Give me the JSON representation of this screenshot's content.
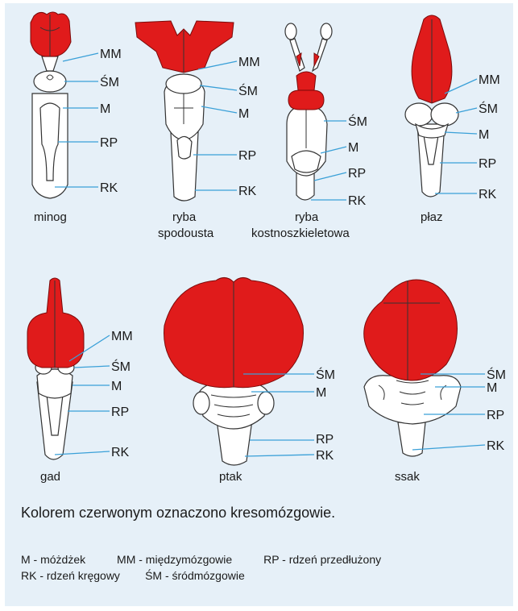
{
  "brain_parts": {
    "mm": "MM",
    "sm": "ŚM",
    "m": "M",
    "rp": "RP",
    "rk": "RK"
  },
  "animals": [
    {
      "name": "minog"
    },
    {
      "name": "ryba",
      "name2": "spodousta"
    },
    {
      "name": "ryba",
      "name2": "kostnoszkieletowa"
    },
    {
      "name": "płaz"
    },
    {
      "name": "gad"
    },
    {
      "name": "ptak"
    },
    {
      "name": "ssak"
    }
  ],
  "caption": "Kolorem czerwonym oznaczono kresomózgowie.",
  "legend": {
    "m": "M - móżdżek",
    "mm": "MM - międzymózgowie",
    "rp": "RP - rdzeń przedłużony",
    "rk": "RK - rdzeń kręgowy",
    "sm": "ŚM - śródmózgowie"
  },
  "colors": {
    "telencephalon": "#e01b1b",
    "panel": "#e6f0f8",
    "leader_line": "#3aa0d8",
    "outline": "#333333"
  }
}
